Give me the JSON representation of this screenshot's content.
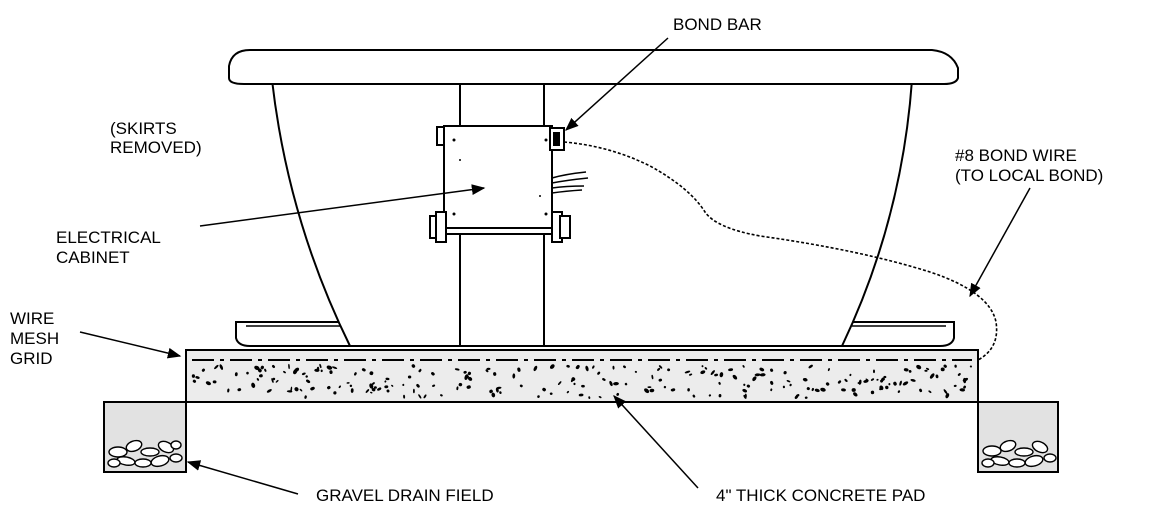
{
  "labels": {
    "bond_bar": "BOND BAR",
    "skirts_line1": "(SKIRTS",
    "skirts_line2": "REMOVED)",
    "bond_wire_line1": "#8 BOND WIRE",
    "bond_wire_line2": "(TO LOCAL BOND)",
    "cabinet_line1": "ELECTRICAL",
    "cabinet_line2": "CABINET",
    "mesh_line1": "WIRE",
    "mesh_line2": "MESH",
    "mesh_line3": "GRID",
    "gravel": "GRAVEL DRAIN FIELD",
    "concrete": "4\" THICK CONCRETE PAD"
  }
}
